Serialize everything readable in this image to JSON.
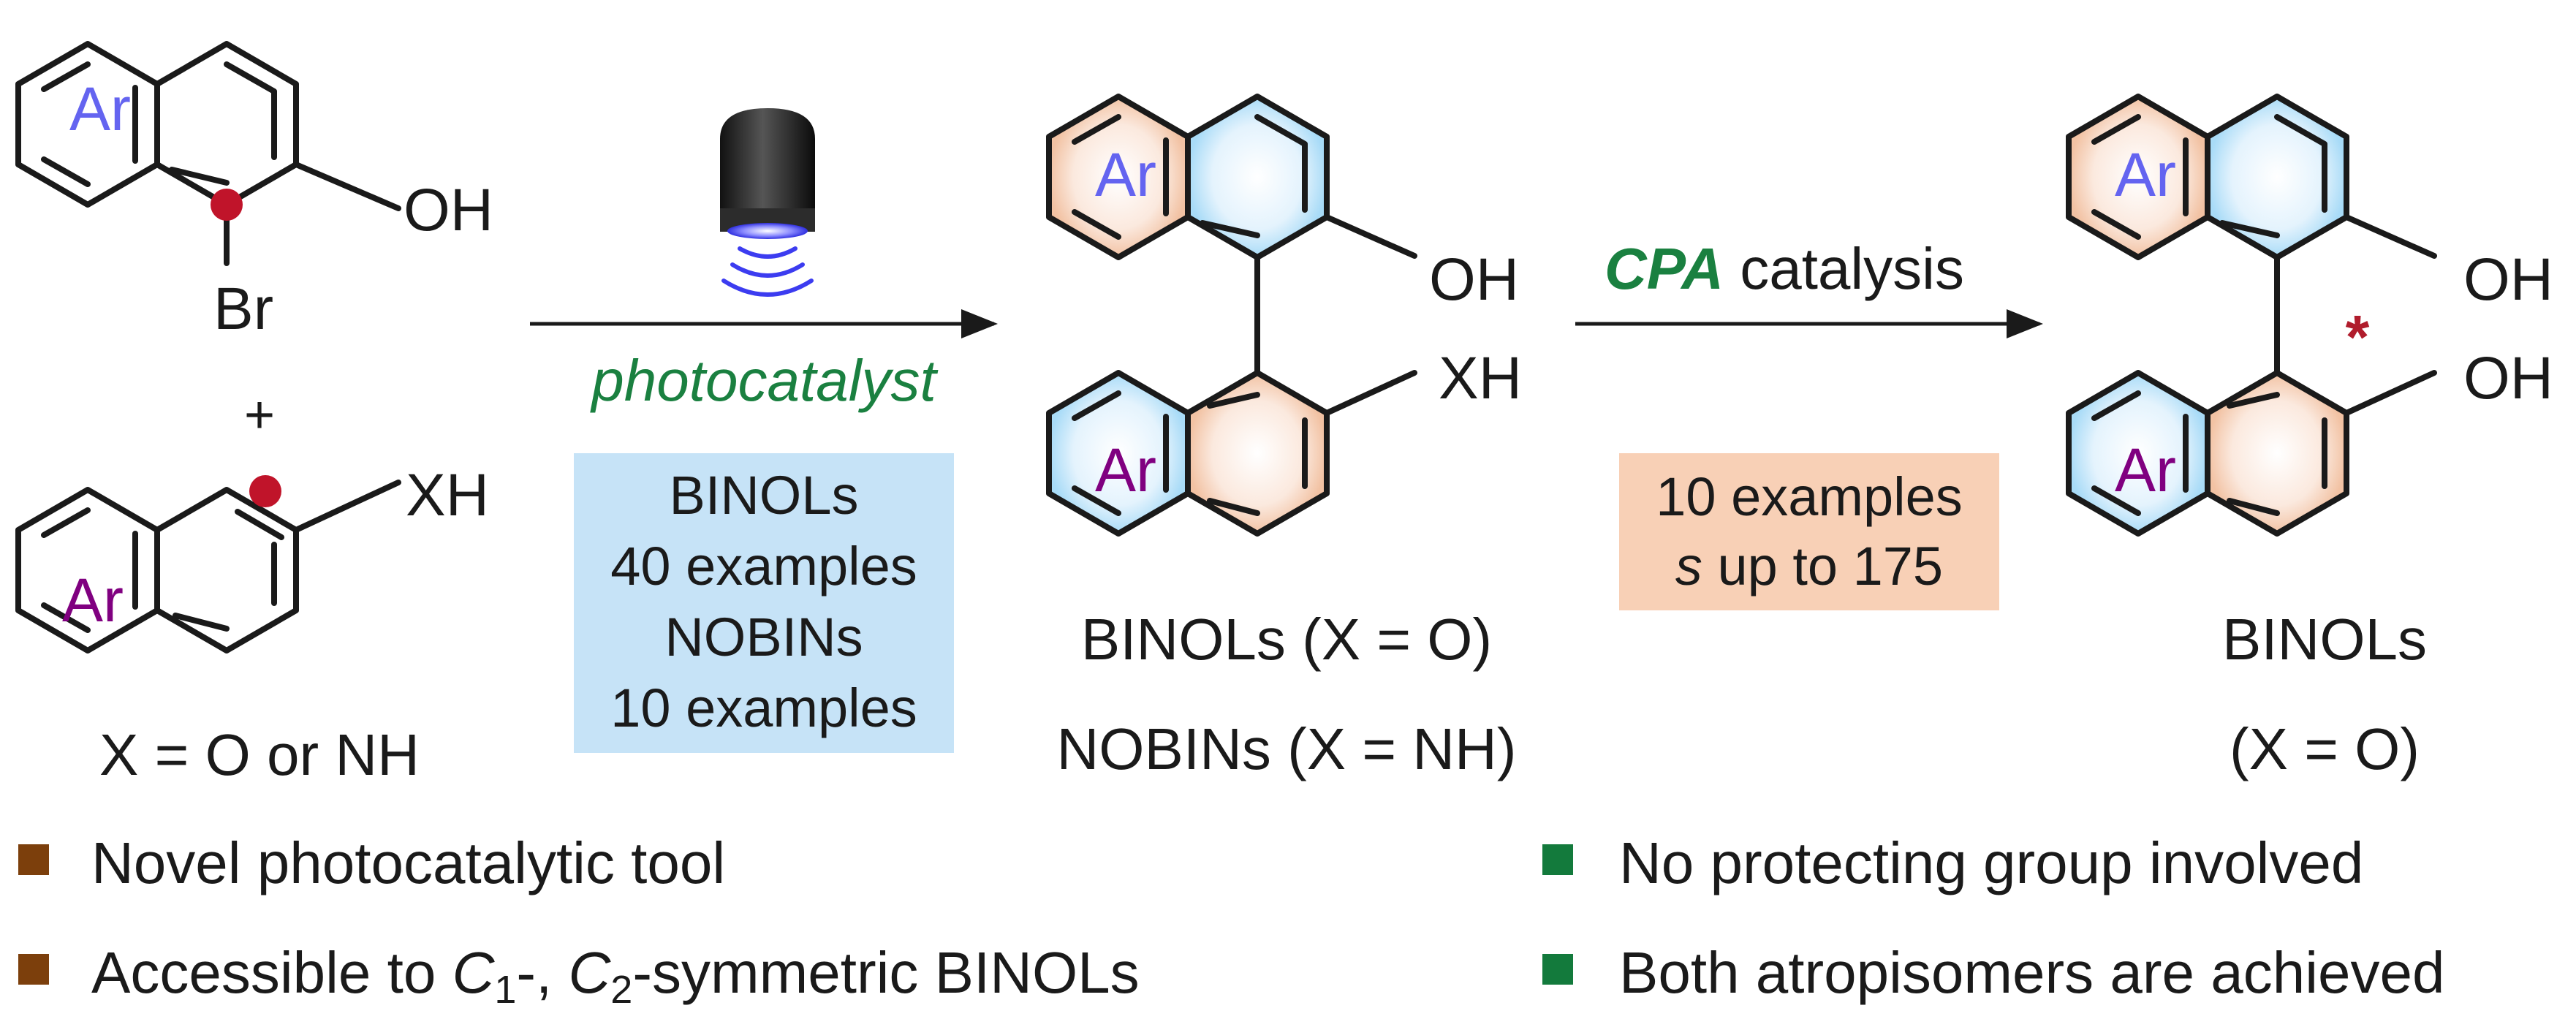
{
  "reactant1": {
    "ring_label": "Ar",
    "oh": "OH",
    "br": "Br"
  },
  "plus": "+",
  "reactant2": {
    "ring_label": "Ar",
    "xh": "XH",
    "x_note": "X = O or NH"
  },
  "step1": {
    "reagent": "photocatalyst",
    "box_lines": [
      "BINOLs",
      "40 examples",
      "NOBINs",
      "10 examples"
    ],
    "lamp_icon": "light-source-icon"
  },
  "intermediate": {
    "top_ring_label": "Ar",
    "bottom_ring_label": "Ar",
    "oh": "OH",
    "xh": "XH",
    "caption1": "BINOLs (X = O)",
    "caption2": "NOBINs (X = NH)"
  },
  "step2": {
    "reagent_bold": "CPA",
    "reagent_rest": " catalysis",
    "box_line1": "10 examples",
    "box_line2_italic": "s",
    "box_line2_rest": " up to 175"
  },
  "product": {
    "top_ring_label": "Ar",
    "bottom_ring_label": "Ar",
    "oh_top": "OH",
    "oh_bottom": "OH",
    "stereo_mark": "*",
    "caption1": "BINOLs",
    "caption2": "(X = O)"
  },
  "bullets": {
    "left": [
      {
        "text": "Novel photocatalytic tool"
      },
      {
        "pre": "Accessible to ",
        "c1": "C",
        "s1": "1",
        "mid": "-, ",
        "c2": "C",
        "s2": "2",
        "post": "-symmetric BINOLs"
      }
    ],
    "right": [
      {
        "text": "No protecting group involved"
      },
      {
        "text": "Both atropisomers are achieved"
      }
    ]
  },
  "colors": {
    "bond": "#1a1a1a",
    "ar_blue": "#6464f0",
    "ar_purple": "#800080",
    "green": "#1a8040",
    "dot_red": "#c0142a",
    "star_red": "#b01c2c",
    "blue_fill": "#c5e6fa",
    "orange_fill": "#f6d2bb",
    "blue_box": "#c6e3f7",
    "orange_box": "#f8d0b6",
    "bullet_brown": "#7c3f0c",
    "bullet_green": "#137a3c"
  }
}
